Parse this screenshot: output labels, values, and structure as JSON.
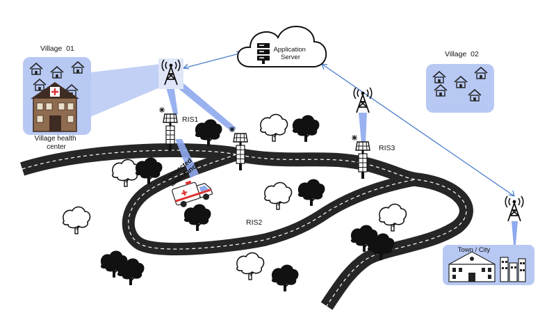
{
  "villages": {
    "village1": {
      "title": "Village  01",
      "health_center": "Village health\ncenter"
    },
    "village2": {
      "title": "Village  02"
    }
  },
  "server": {
    "label": "Application\nServer"
  },
  "ris": {
    "ris1": "RIS1",
    "ris2": "RIS2",
    "ris3": "RIS3"
  },
  "ambulance": {
    "label": "Connected\nambulance"
  },
  "city": {
    "label": "Town / City"
  },
  "colors": {
    "panel": "#b7c8f3",
    "beam": "#8fa9ee",
    "link": "#4a7ec9",
    "road": "#262626"
  }
}
